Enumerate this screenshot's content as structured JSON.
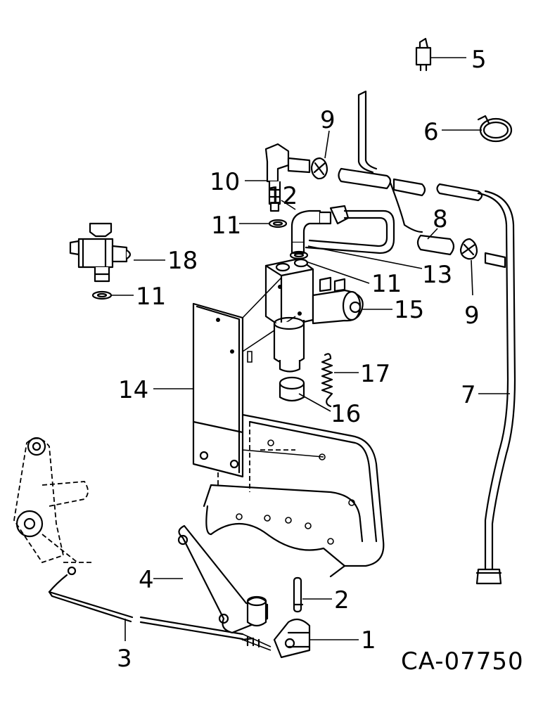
{
  "drawing_code": "CA-07750",
  "callouts": [
    {
      "key": "c1",
      "label": "1"
    },
    {
      "key": "c2",
      "label": "2"
    },
    {
      "key": "c3",
      "label": "3"
    },
    {
      "key": "c4",
      "label": "4"
    },
    {
      "key": "c5",
      "label": "5"
    },
    {
      "key": "c6",
      "label": "6"
    },
    {
      "key": "c7",
      "label": "7"
    },
    {
      "key": "c8",
      "label": "8"
    },
    {
      "key": "c9a",
      "label": "9"
    },
    {
      "key": "c9b",
      "label": "9"
    },
    {
      "key": "c10",
      "label": "10"
    },
    {
      "key": "c11a",
      "label": "11"
    },
    {
      "key": "c11b",
      "label": "11"
    },
    {
      "key": "c11c",
      "label": "11"
    },
    {
      "key": "c12",
      "label": "12"
    },
    {
      "key": "c13",
      "label": "13"
    },
    {
      "key": "c14",
      "label": "14"
    },
    {
      "key": "c15",
      "label": "15"
    },
    {
      "key": "c16",
      "label": "16"
    },
    {
      "key": "c17",
      "label": "17"
    },
    {
      "key": "c18",
      "label": "18"
    }
  ]
}
